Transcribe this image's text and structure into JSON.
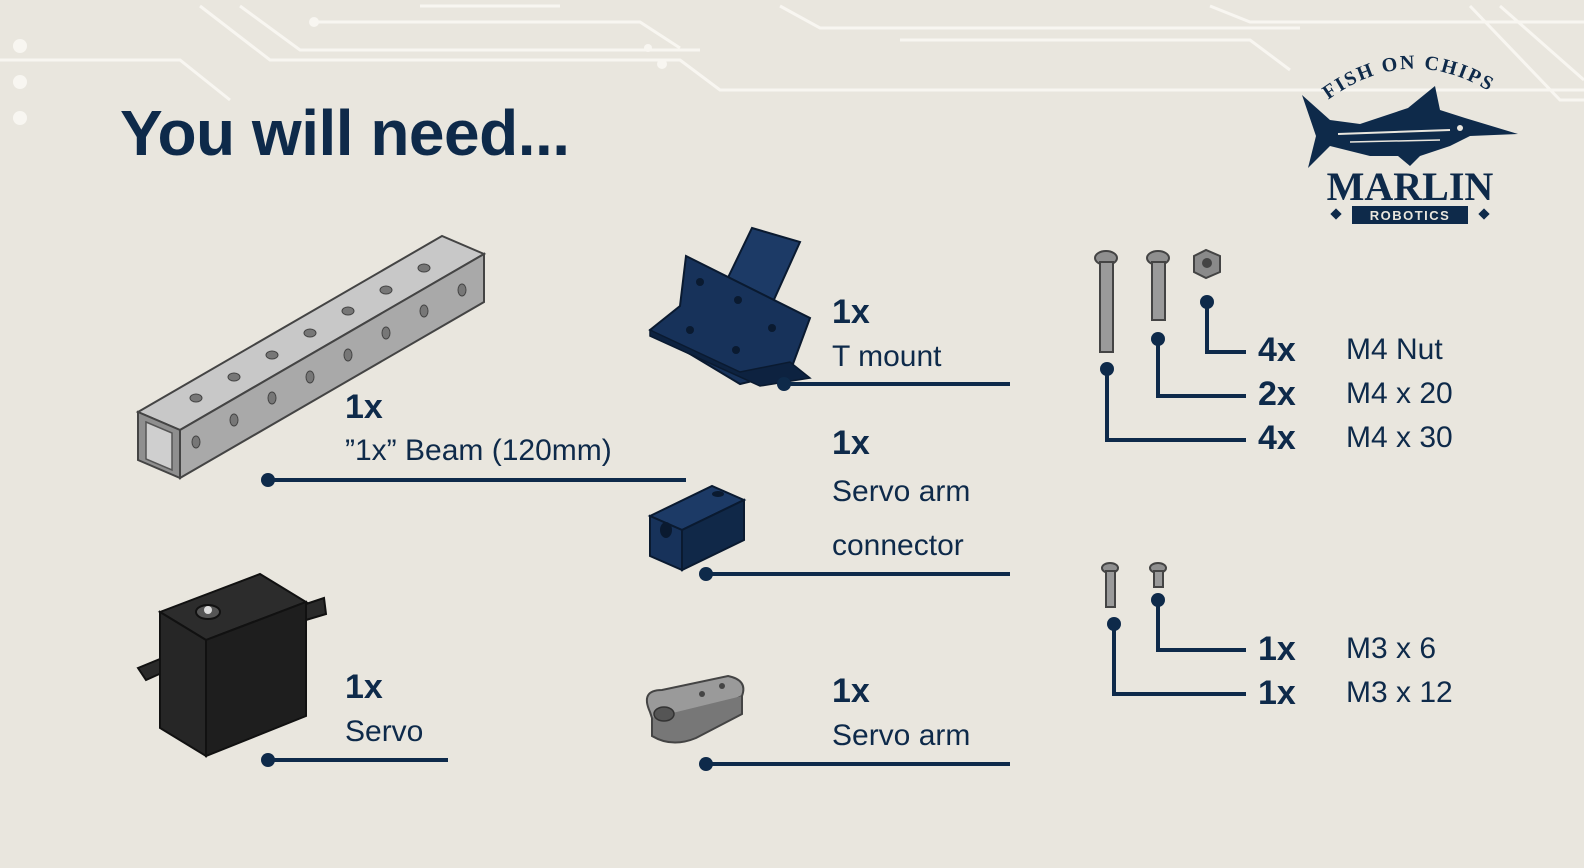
{
  "slide": {
    "title": "You will need...",
    "colors": {
      "navy": "#0e2a4a",
      "background": "#e9e6de",
      "circuit": "#f7f5f0"
    }
  },
  "logo": {
    "arc_text": "FISH ON CHIPS",
    "name": "MARLIN",
    "subtitle": "ROBOTICS"
  },
  "parts": [
    {
      "qty": "1x",
      "name": "”1x” Beam (120mm)",
      "icon": "beam-image"
    },
    {
      "qty": "1x",
      "name": "T mount",
      "icon": "t-mount-image"
    },
    {
      "qty": "1x",
      "name": "Servo arm",
      "name2": "connector",
      "icon": "servo-arm-connector-image"
    },
    {
      "qty": "1x",
      "name": "Servo",
      "icon": "servo-image"
    },
    {
      "qty": "1x",
      "name": "Servo arm",
      "icon": "servo-arm-image"
    }
  ],
  "hardware_m4": [
    {
      "qty": "4x",
      "spec": "M4 Nut"
    },
    {
      "qty": "2x",
      "spec": "M4 x 20"
    },
    {
      "qty": "4x",
      "spec": "M4 x 30"
    }
  ],
  "hardware_m3": [
    {
      "qty": "1x",
      "spec": "M3 x 6"
    },
    {
      "qty": "1x",
      "spec": "M3 x 12"
    }
  ]
}
